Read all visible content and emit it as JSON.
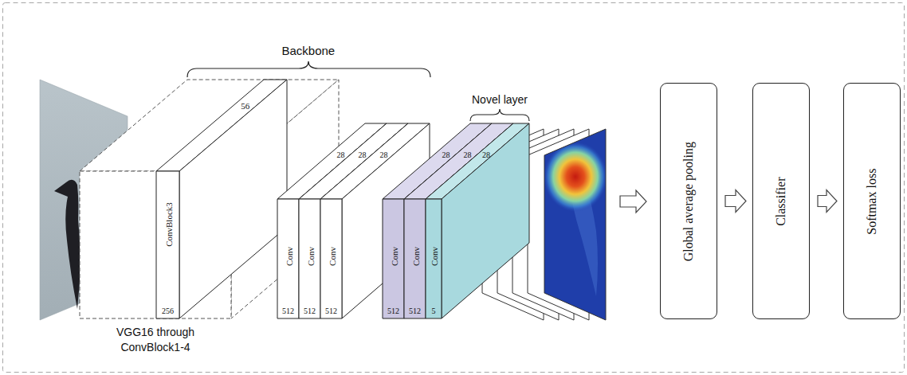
{
  "diagram": {
    "nodes": [
      {
        "text": [
          "VGG16 through ConvBlock1-4"
        ]
      },
      {
        "text": [
          "56",
          "ConvBlock3",
          "256"
        ],
        "in": 0
      },
      {
        "text": [
          "28",
          "Conv",
          "512"
        ]
      },
      {
        "text": [
          "28",
          "Conv",
          "512"
        ]
      },
      {
        "text": [
          "28",
          "Conv",
          "512"
        ]
      },
      {
        "text": [
          "28",
          "Conv",
          "512"
        ]
      },
      {
        "text": [
          "28",
          "Conv",
          "512"
        ]
      },
      {
        "text": [
          "28",
          "Conv",
          "5"
        ]
      },
      {
        "text": [
          "Global average pooling"
        ]
      },
      {
        "text": [
          "Classifier"
        ]
      },
      {
        "text": [
          "Softmax loss"
        ]
      }
    ],
    "edges": [
      {
        "from": 8,
        "to": 9,
        "arrow": "to"
      },
      {
        "from": 9,
        "to": 10,
        "arrow": "to"
      }
    ],
    "labels": [
      "Backbone",
      "Novel layer"
    ]
  }
}
